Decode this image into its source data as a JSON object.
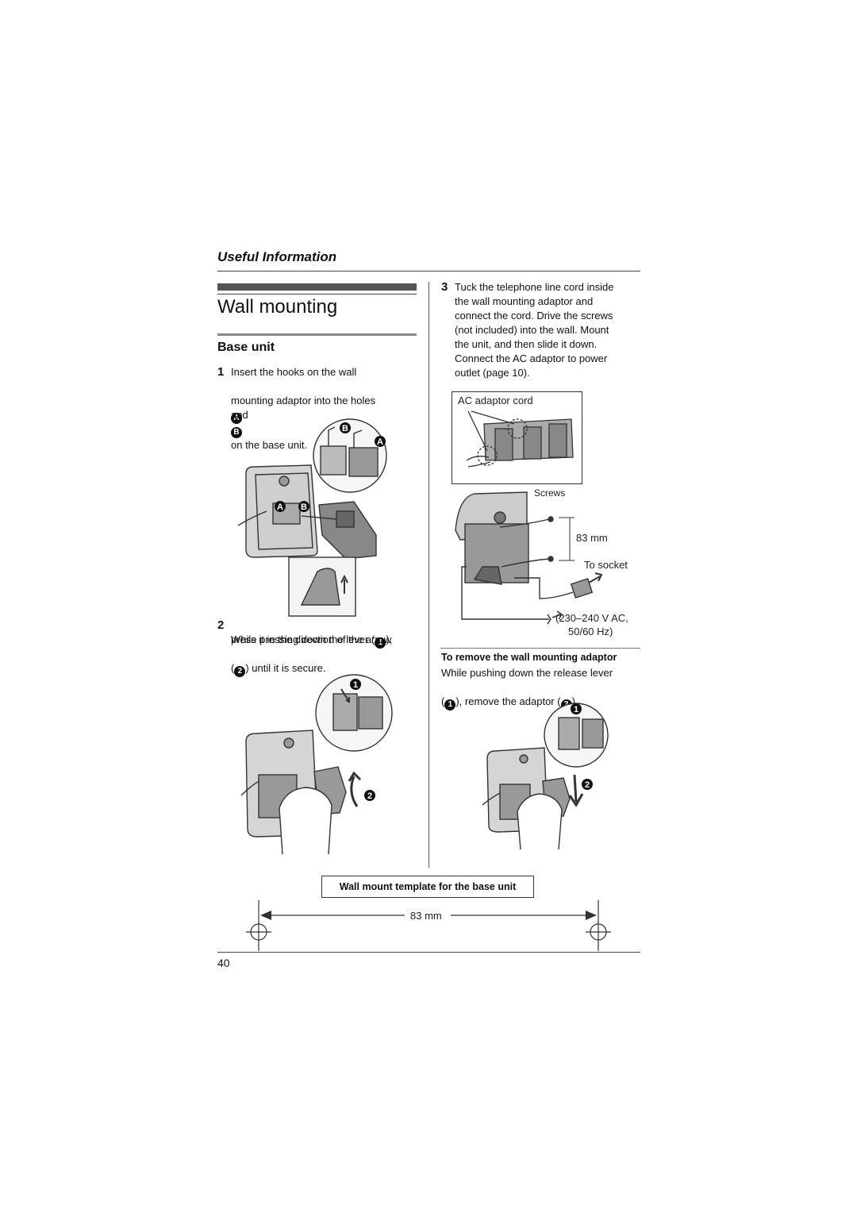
{
  "header": {
    "section": "Useful Information"
  },
  "title": "Wall mounting",
  "subtitle": "Base unit",
  "steps": {
    "s1": {
      "num": "1",
      "line1": "Insert the hooks on the wall",
      "line2_a": "mounting adaptor into the holes",
      "line3_a": "and",
      "line3_b": "on the base unit."
    },
    "s2": {
      "num": "2",
      "line1_a": "While pressing down the lever (",
      "line1_b": "),",
      "line2": "press it in the direction of the arrow",
      "line3_a": "(",
      "line3_b": ") until it is secure."
    },
    "s3": {
      "num": "3",
      "text": "Tuck the telephone line cord inside\nthe wall mounting adaptor and\nconnect the cord. Drive the screws\n(not included) into the wall. Mount\nthe unit, and then slide it down.\nConnect the AC adaptor to power\noutlet (page 10)."
    }
  },
  "markers": {
    "A": "A",
    "B": "B",
    "one": "1",
    "two": "2"
  },
  "labels": {
    "ac_adaptor_cord": "AC adaptor cord",
    "screws": "Screws",
    "dimension": "83 mm",
    "to_socket": "To socket",
    "power_spec_1": "(230–240 V AC,",
    "power_spec_2": "50/60 Hz)"
  },
  "remove": {
    "heading": "To remove the wall mounting adaptor",
    "line1": "While pushing down the release lever",
    "line2_a": "(",
    "line2_b": "), remove the adaptor (",
    "line2_c": ")."
  },
  "template": {
    "label": "Wall mount template for the base unit",
    "dimension": "83 mm"
  },
  "page_number": "40"
}
